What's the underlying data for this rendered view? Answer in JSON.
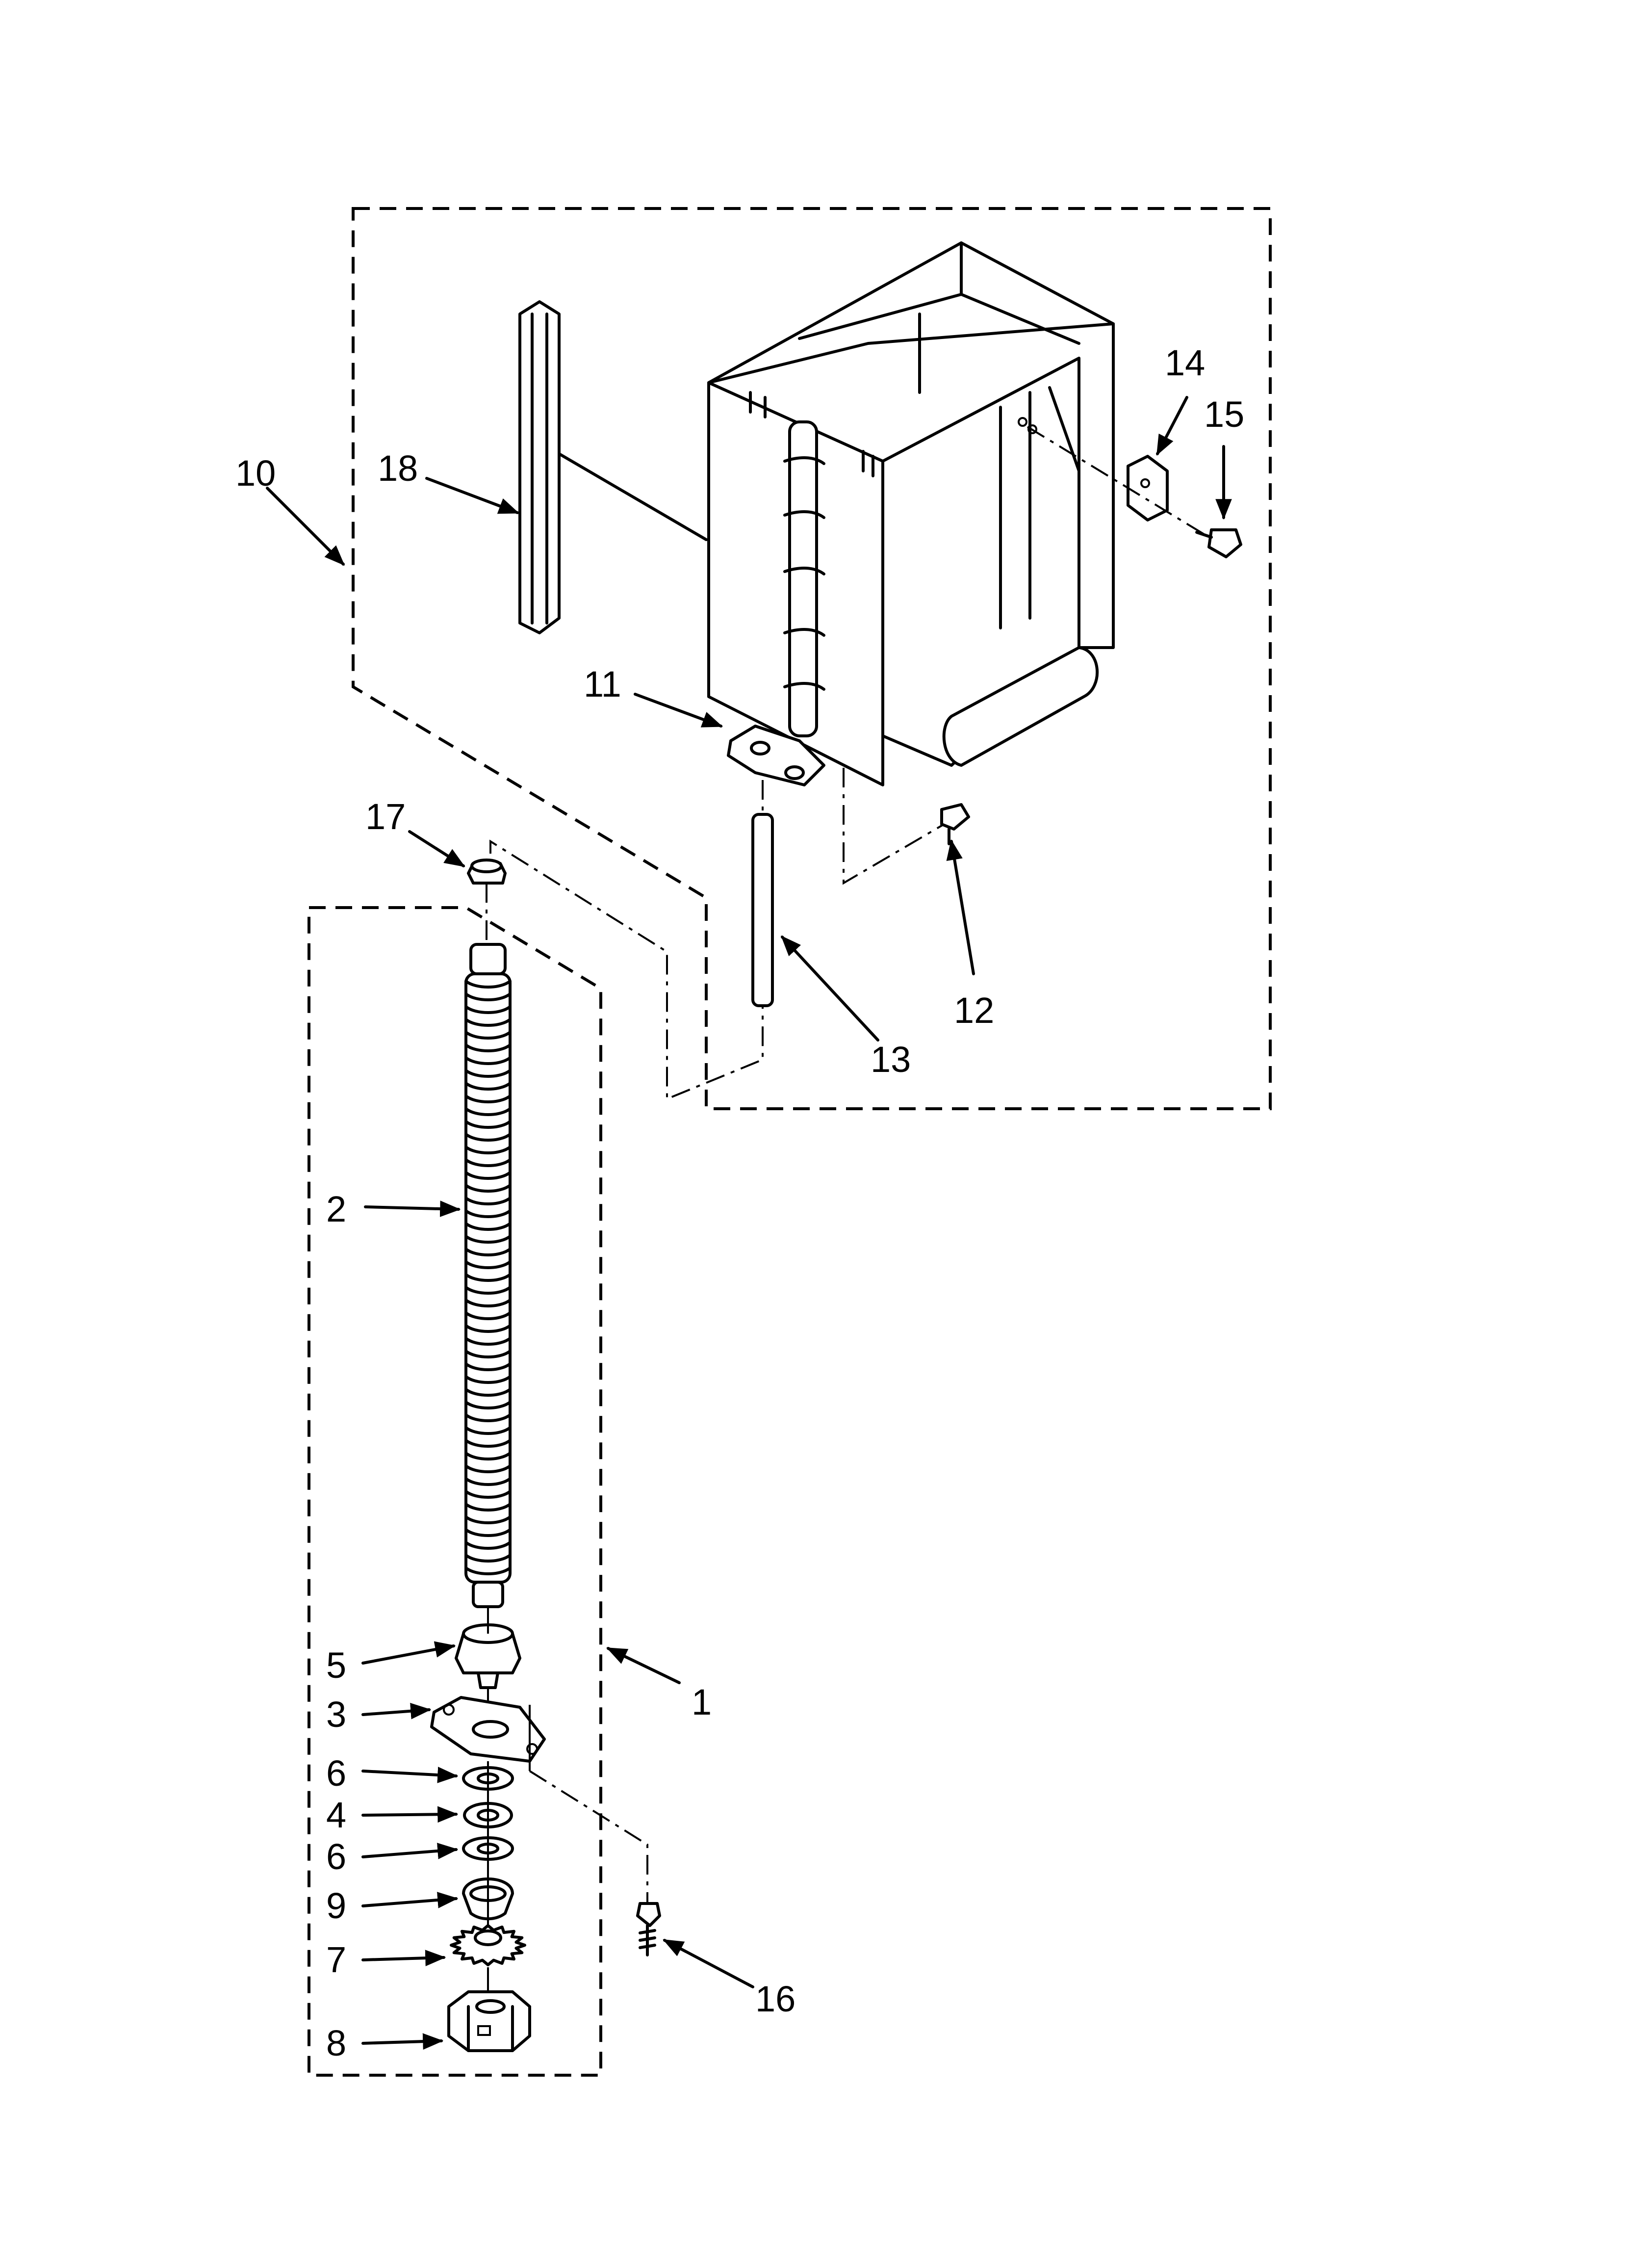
{
  "callouts": [
    {
      "id": "1",
      "text": "1"
    },
    {
      "id": "2",
      "text": "2"
    },
    {
      "id": "3",
      "text": "3"
    },
    {
      "id": "4",
      "text": "4"
    },
    {
      "id": "5",
      "text": "5"
    },
    {
      "id": "6a",
      "text": "6"
    },
    {
      "id": "6b",
      "text": "6"
    },
    {
      "id": "7",
      "text": "7"
    },
    {
      "id": "8",
      "text": "8"
    },
    {
      "id": "9",
      "text": "9"
    },
    {
      "id": "10",
      "text": "10"
    },
    {
      "id": "11",
      "text": "11"
    },
    {
      "id": "12",
      "text": "12"
    },
    {
      "id": "13",
      "text": "13"
    },
    {
      "id": "14",
      "text": "14"
    },
    {
      "id": "15",
      "text": "15"
    },
    {
      "id": "16",
      "text": "16"
    },
    {
      "id": "17",
      "text": "17"
    },
    {
      "id": "18",
      "text": "18"
    }
  ]
}
